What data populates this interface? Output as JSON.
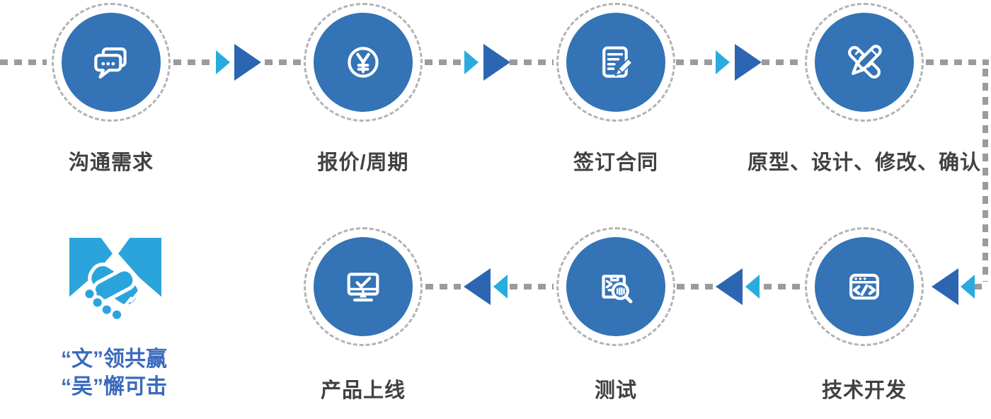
{
  "palette": {
    "circle_blue": "#3373B6",
    "arrow_dark": "#2C66B2",
    "arrow_cyan": "#29ABDE",
    "dash_gray": "#9B9B9B",
    "ring_gray": "#B3B3B3",
    "label_gray": "#414141",
    "handshake_blue": "#2BA4DC",
    "slogan_blue": "#3A6ABD"
  },
  "steps": [
    {
      "label": "沟通需求",
      "icon": "chat-bubbles-icon"
    },
    {
      "label": "报价/周期",
      "icon": "yen-coin-icon"
    },
    {
      "label": "签订合同",
      "icon": "contract-edit-icon"
    },
    {
      "label": "原型、设计、修改、确认",
      "icon": "pencil-ruler-icon"
    },
    {
      "label": "技术开发",
      "icon": "code-window-icon"
    },
    {
      "label": "测试",
      "icon": "package-inspect-icon"
    },
    {
      "label": "产品上线",
      "icon": "monitor-check-icon"
    }
  ],
  "slogan": {
    "line1": "“文”领共赢",
    "line2": "“吴”懈可击"
  }
}
